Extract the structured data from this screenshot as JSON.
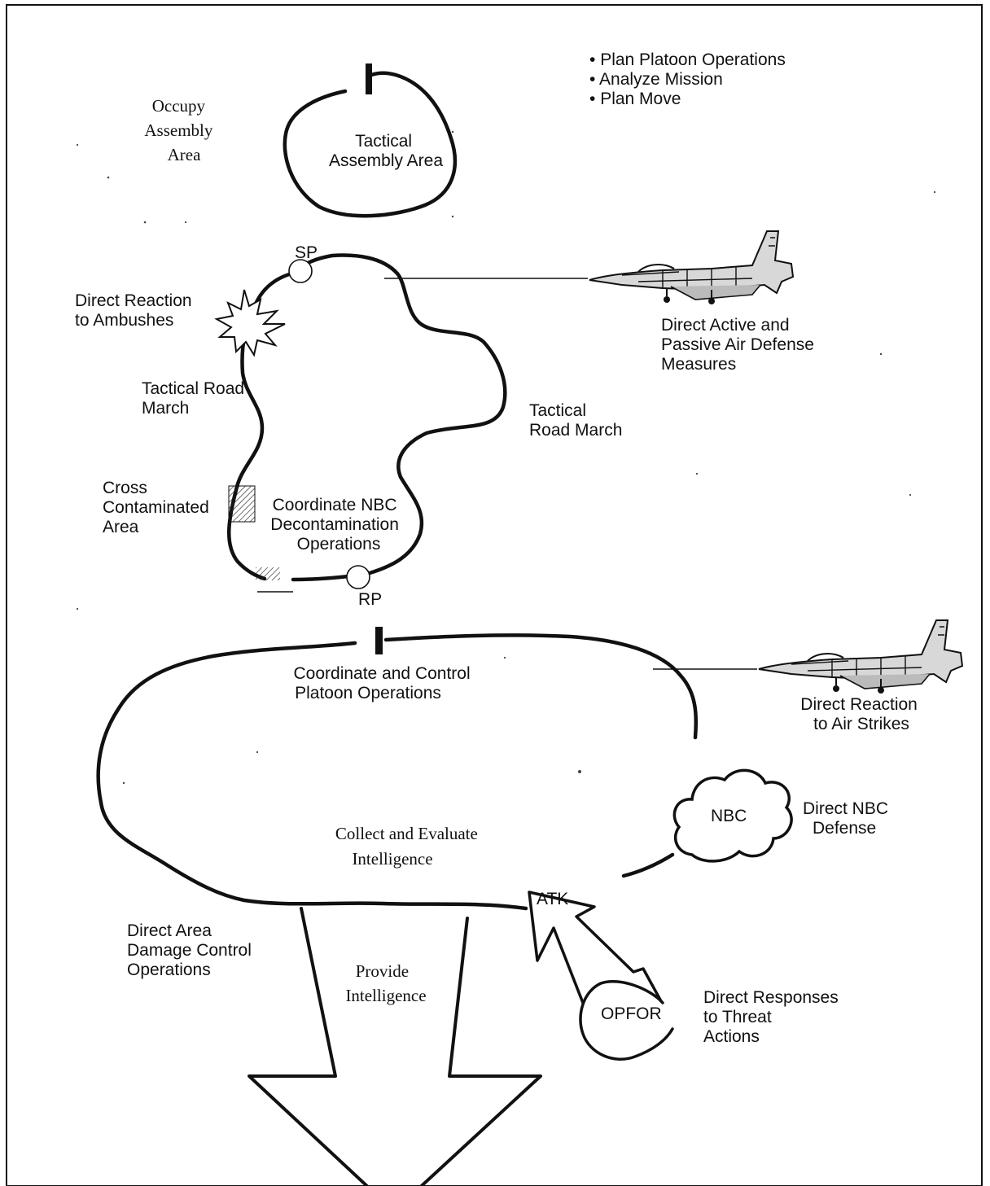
{
  "bullets": [
    "Plan Platoon Operations",
    "Analyze Mission",
    "Plan Move"
  ],
  "assembly": {
    "occupy": [
      "Occupy",
      "Assembly",
      "Area"
    ],
    "area": [
      "Tactical",
      "Assembly Area"
    ]
  },
  "march": {
    "sp": "SP",
    "rp": "RP",
    "ambush": [
      "Direct Reaction",
      "to Ambushes"
    ],
    "road_left": [
      "Tactical Road",
      "March"
    ],
    "road_right": [
      "Tactical",
      "Road March"
    ],
    "cross": [
      "Cross",
      "Contaminated",
      "Area"
    ],
    "decon": [
      "Coordinate NBC",
      "Decontamination",
      "Operations"
    ],
    "air_defense": [
      "Direct Active and",
      "Passive Air Defense",
      "Measures"
    ]
  },
  "operations": {
    "coordinate": [
      "Coordinate and Control",
      "Platoon  Operations"
    ],
    "air_strikes": [
      "Direct Reaction",
      "to Air Strikes"
    ],
    "nbc": "NBC",
    "nbc_defense": [
      "Direct NBC",
      "Defense"
    ],
    "collect": [
      "Collect and Evaluate",
      "Intelligence"
    ],
    "damage": [
      "Direct Area",
      "Damage Control",
      "Operations"
    ],
    "provide": [
      "Provide",
      "Intelligence"
    ],
    "atk": "ATK",
    "opfor": "OPFOR",
    "threat": [
      "Direct Responses",
      "to Threat",
      "Actions"
    ]
  },
  "icons": [
    "fighter-jet-icon",
    "explosion-icon",
    "contamination-hatch-icon"
  ]
}
